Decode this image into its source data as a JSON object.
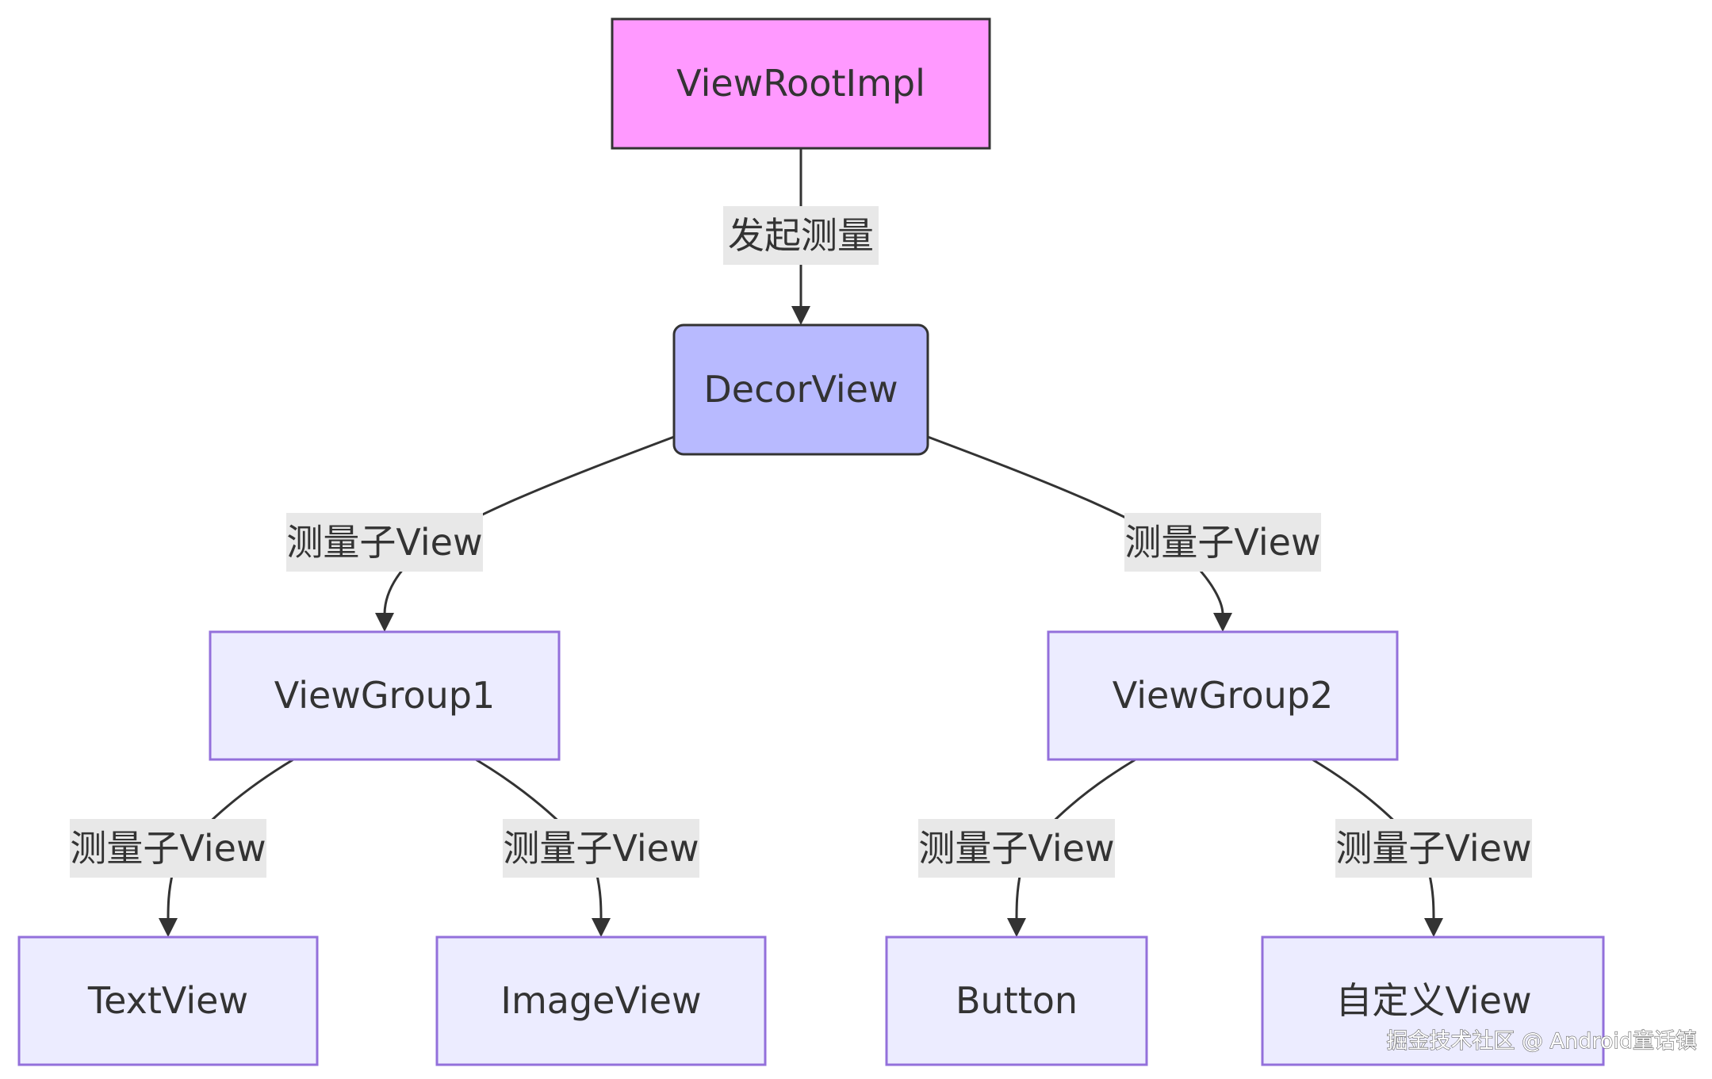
{
  "colors": {
    "root_fill": "#ff99ff",
    "root_stroke": "#333333",
    "decor_fill": "#b8baff",
    "decor_stroke": "#333333",
    "default_fill": "#ececff",
    "default_stroke": "#9370db",
    "edge_label_bg": "#e8e8e8",
    "edge": "#333333"
  },
  "nodes": {
    "root": "ViewRootImpl",
    "decor": "DecorView",
    "group1": "ViewGroup1",
    "group2": "ViewGroup2",
    "text_view": "TextView",
    "image_view": "ImageView",
    "button": "Button",
    "custom_view": "自定义View"
  },
  "edges": {
    "root_to_decor": "发起测量",
    "decor_to_group1": "测量子View",
    "decor_to_group2": "测量子View",
    "group1_to_text": "测量子View",
    "group1_to_image": "测量子View",
    "group2_to_button": "测量子View",
    "group2_to_custom": "测量子View"
  },
  "watermark": "掘金技术社区 @ Android童话镇"
}
